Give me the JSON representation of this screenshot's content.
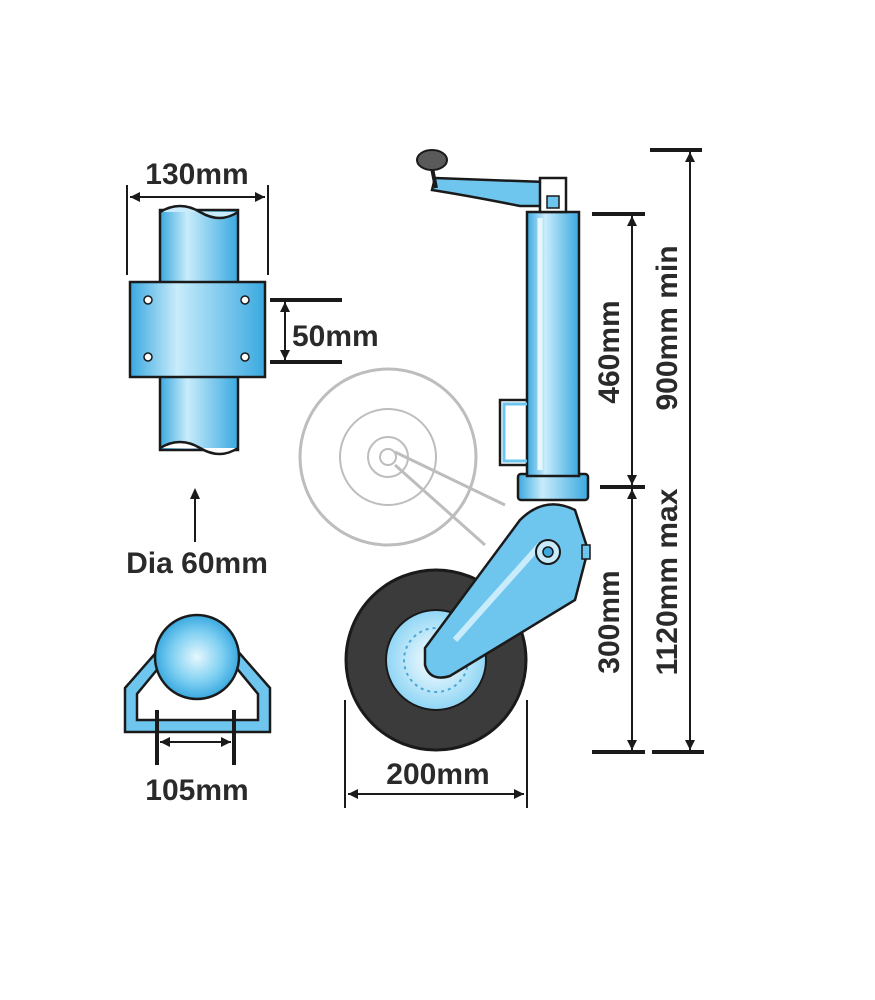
{
  "labels": {
    "clamp_width": "130mm",
    "clamp_height": "50mm",
    "tube_diameter": "Dia 60mm",
    "cradle_width": "105mm",
    "wheel_diameter": "200mm",
    "tube_length": "460mm",
    "wheel_drop": "300mm",
    "height_min": "900mm min",
    "height_max": "1120mm max"
  },
  "colors": {
    "outline": "#1a1a1a",
    "tube_fill": "#6ec6ef",
    "tube_highlight": "#c8ecfb",
    "tyre": "#3b3b3b",
    "ghost_wheel": "#bdbdbd"
  }
}
